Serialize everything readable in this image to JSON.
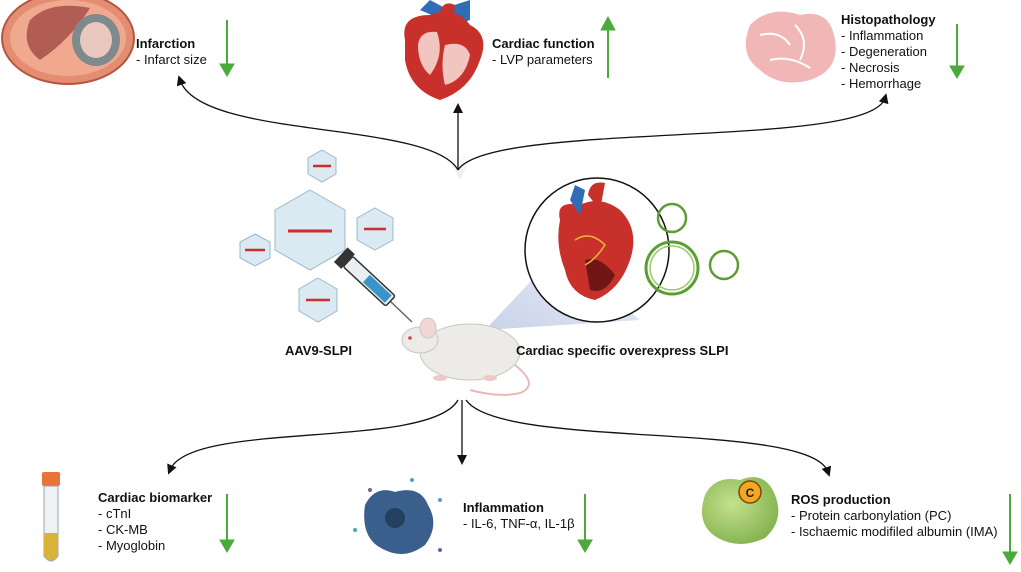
{
  "top": {
    "infarction": {
      "title": "Infarction",
      "items": [
        "- Infarct size"
      ],
      "trend": "down"
    },
    "cardiac_function": {
      "title": "Cardiac function",
      "items": [
        "- LVP parameters"
      ],
      "trend": "up"
    },
    "histopathology": {
      "title": "Histopathology",
      "items": [
        "- Inflammation",
        "- Degeneration",
        "- Necrosis",
        "- Hemorrhage"
      ],
      "trend": "down"
    }
  },
  "center": {
    "aav_label": "AAV9-SLPI",
    "overexpress_label": "Cardiac specific overexpress SLPI"
  },
  "bottom": {
    "biomarker": {
      "title": "Cardiac biomarker",
      "items": [
        "- cTnI",
        "- CK-MB",
        "- Myoglobin"
      ],
      "trend": "down"
    },
    "inflammation": {
      "title": "Inflammation",
      "items": [
        "- IL-6, TNF-α, IL-1β"
      ],
      "trend": "down"
    },
    "ros": {
      "title": "ROS production",
      "items": [
        "- Protein carbonylation (PC)",
        "- Ischaemic modifiled albumin (IMA)"
      ],
      "trend": "down",
      "badge": "C"
    }
  },
  "colors": {
    "trend_arrow": "#4aaa3a",
    "flow_arrow": "#111111",
    "heart_red": "#c8302c",
    "vessel_blue": "#2f6db5",
    "capsid_fill": "#dbe9f2",
    "cell_green": "#5c9e34"
  }
}
